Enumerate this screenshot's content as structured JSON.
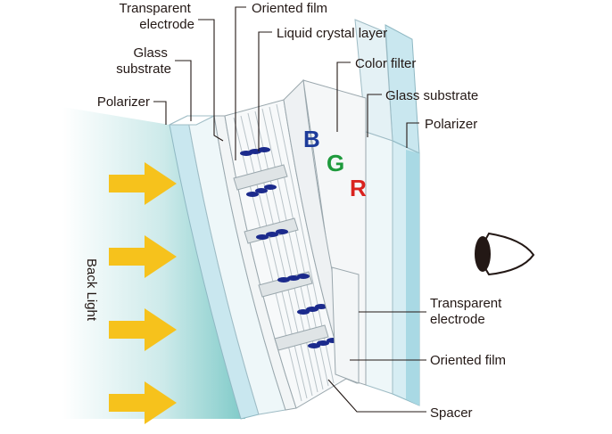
{
  "labels": {
    "transparent_electrode_top_1": "Transparent",
    "transparent_electrode_top_2": "electrode",
    "oriented_film_top": "Oriented film",
    "liquid_crystal_layer": "Liquid crystal layer",
    "glass_substrate_left_1": "Glass",
    "glass_substrate_left_2": "substrate",
    "color_filter": "Color filter",
    "glass_substrate_right": "Glass substrate",
    "polarizer_left": "Polarizer",
    "polarizer_right": "Polarizer",
    "transparent_electrode_bottom_1": "Transparent",
    "transparent_electrode_bottom_2": "electrode",
    "oriented_film_bottom": "Oriented film",
    "spacer": "Spacer",
    "back_light": "Back Light",
    "filter_b": "B",
    "filter_g": "G",
    "filter_r": "R"
  },
  "icons": {
    "arrow": "arrow-right-icon",
    "viewer": "eye-icon"
  },
  "colors": {
    "arrow": "#f6c21c",
    "polarizer": "#c9e7ef",
    "glass": "#e4f1f5",
    "crystal": "#1b2a8c",
    "filter_b": "#1d3b9a",
    "filter_g": "#1e9a3c",
    "filter_r": "#d9231f",
    "backlight": "#8fd0cf"
  }
}
